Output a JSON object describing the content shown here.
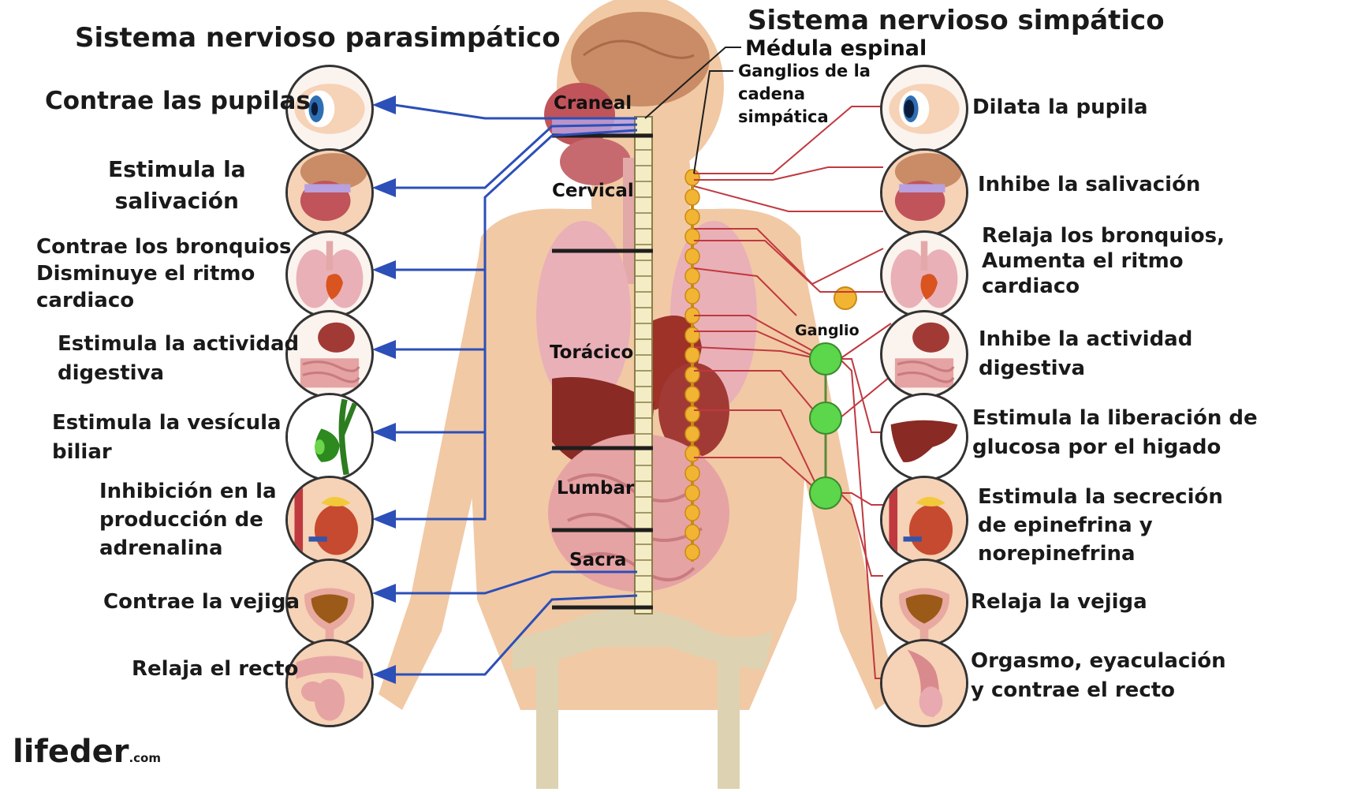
{
  "titles": {
    "parasympathetic": "Sistema nervioso parasimpático",
    "sympathetic": "Sistema nervioso simpático"
  },
  "spine_annotations": {
    "spinal_cord": "Médula espinal",
    "chain_ganglia": [
      "Ganglios de la",
      "cadena",
      "simpática"
    ],
    "ganglion": "Ganglio"
  },
  "segments": [
    "Craneal",
    "Cervical",
    "Torácico",
    "Lumbar",
    "Sacra"
  ],
  "parasympathetic_effects": [
    {
      "lines": [
        "Contrae las pupilas"
      ],
      "icon": "eye-icon"
    },
    {
      "lines": [
        "Estimula la",
        "salivación"
      ],
      "icon": "salivary-gland-icon"
    },
    {
      "lines": [
        "Contrae los bronquios",
        " Disminuye el ritmo",
        "cardiaco"
      ],
      "icon": "lungs-heart-icon"
    },
    {
      "lines": [
        "Estimula la actividad",
        "digestiva"
      ],
      "icon": "digestive-tract-icon"
    },
    {
      "lines": [
        "Estimula la vesícula",
        "biliar"
      ],
      "icon": "gallbladder-icon"
    },
    {
      "lines": [
        "Inhibición en la",
        "producción de",
        "adrenalina"
      ],
      "icon": "adrenal-kidney-icon"
    },
    {
      "lines": [
        "Contrae la vejiga"
      ],
      "icon": "bladder-icon"
    },
    {
      "lines": [
        "Relaja el recto"
      ],
      "icon": "rectum-icon"
    }
  ],
  "sympathetic_effects": [
    {
      "lines": [
        "Dilata la pupila"
      ],
      "icon": "eye-icon"
    },
    {
      "lines": [
        "Inhibe la salivación"
      ],
      "icon": "salivary-gland-icon"
    },
    {
      "lines": [
        "Relaja los bronquios,",
        " Aumenta el ritmo",
        "cardiaco"
      ],
      "icon": "lungs-heart-icon"
    },
    {
      "lines": [
        "Inhibe la actividad",
        "digestiva"
      ],
      "icon": "digestive-tract-icon"
    },
    {
      "lines": [
        "Estimula la liberación de",
        "glucosa por el higado"
      ],
      "icon": "liver-icon"
    },
    {
      "lines": [
        "Estimula la secreción",
        "de epinefrina y",
        "norepinefrina"
      ],
      "icon": "adrenal-kidney-icon"
    },
    {
      "lines": [
        "Relaja la vejiga"
      ],
      "icon": "bladder-icon"
    },
    {
      "lines": [
        "Orgasmo, eyaculación",
        "y contrae el recto"
      ],
      "icon": "genitals-icon"
    }
  ],
  "logo": {
    "name": "lifeder",
    "suffix": ".com"
  },
  "colors": {
    "parasympathetic_line": "#2c4fb8",
    "sympathetic_line": "#c0393f",
    "ganglion": "#5cd64a",
    "chain": "#f2b433",
    "skin": "#f1c9a5",
    "spine": "#f4ecc4"
  }
}
